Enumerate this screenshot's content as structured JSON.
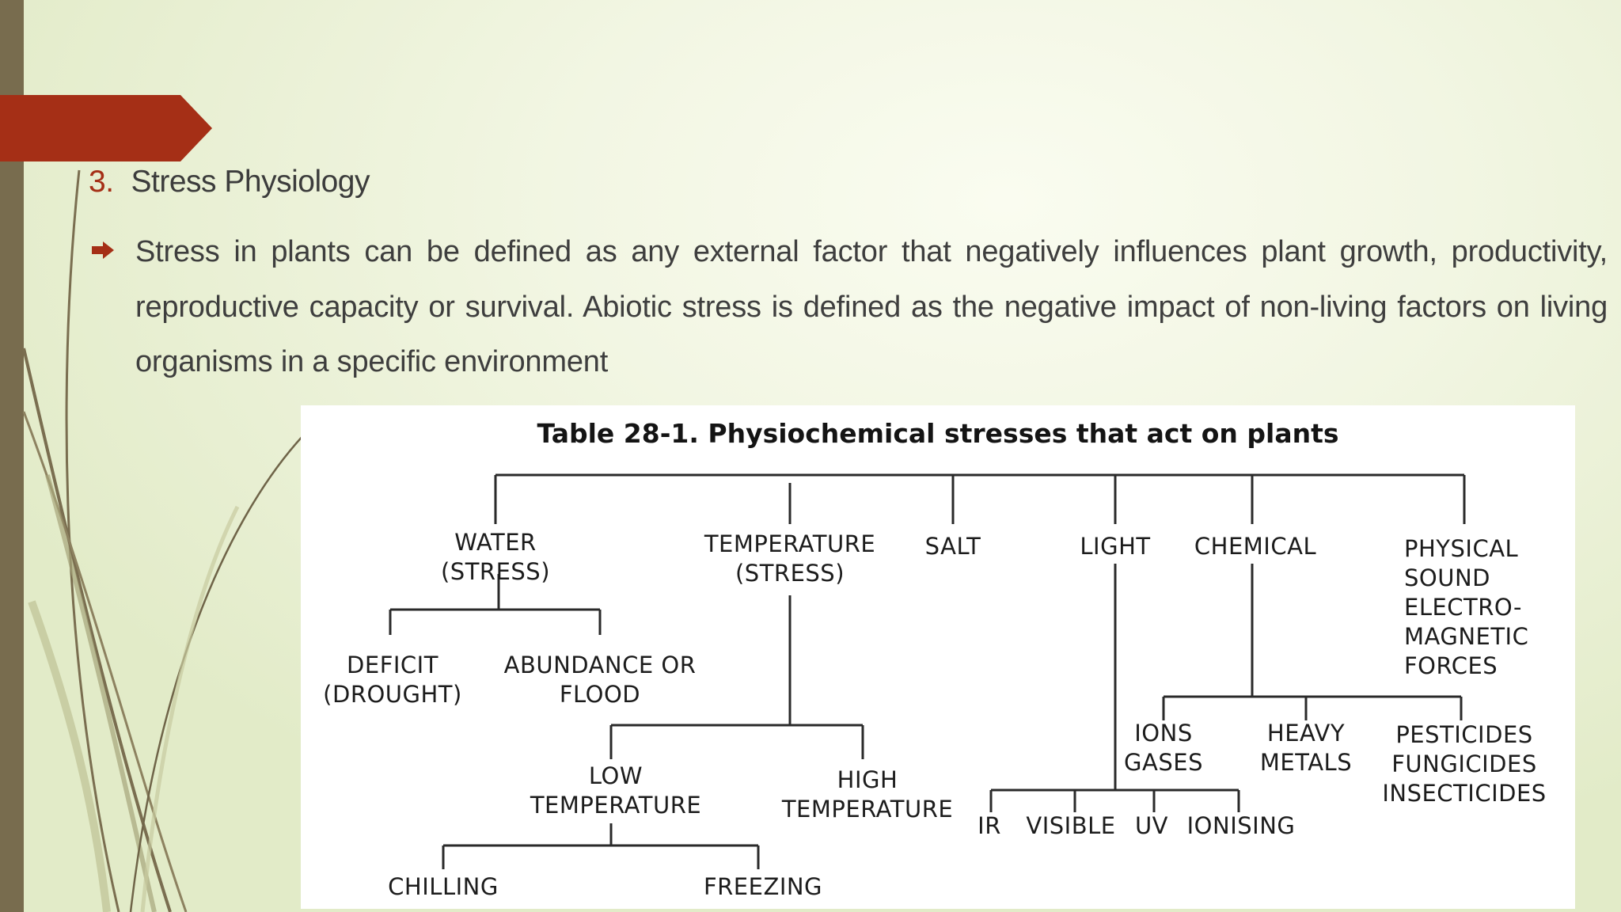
{
  "slide": {
    "heading_number": "3.",
    "heading_text": "Stress Physiology",
    "bullet_text": "Stress in plants can be defined as any external factor that negatively influences plant growth, productivity, reproductive capacity or survival. Abiotic stress is defined as the negative impact of non-living factors on living organisms in a specific environment"
  },
  "theme": {
    "accent_color": "#a52f16",
    "bar_color": "#786c4e",
    "background_color": "#eef3dc"
  },
  "icons": {
    "bullet": "arrow-bullet-icon"
  },
  "figure": {
    "title": "Table 28-1. Physiochemical stresses that act on plants",
    "nodes": {
      "water": "WATER\n(STRESS)",
      "temperature": "TEMPERATURE\n(STRESS)",
      "salt": "SALT",
      "light": "LIGHT",
      "chemical": "CHEMICAL",
      "physical": "PHYSICAL\nSOUND\nELECTRO-\nMAGNETIC\nFORCES",
      "deficit": "DEFICIT\n(DROUGHT)",
      "abundance": "ABUNDANCE OR\nFLOOD",
      "low_temp": "LOW\nTEMPERATURE",
      "high_temp": "HIGH\nTEMPERATURE",
      "chilling": "CHILLING",
      "freezing": "FREEZING",
      "ions_gases": "IONS\nGASES",
      "heavy_metals": "HEAVY\nMETALS",
      "pesticides": "PESTICIDES\nFUNGICIDES\nINSECTICIDES",
      "ir": "IR",
      "visible": "VISIBLE",
      "uv": "UV",
      "ionising": "IONISING"
    }
  }
}
